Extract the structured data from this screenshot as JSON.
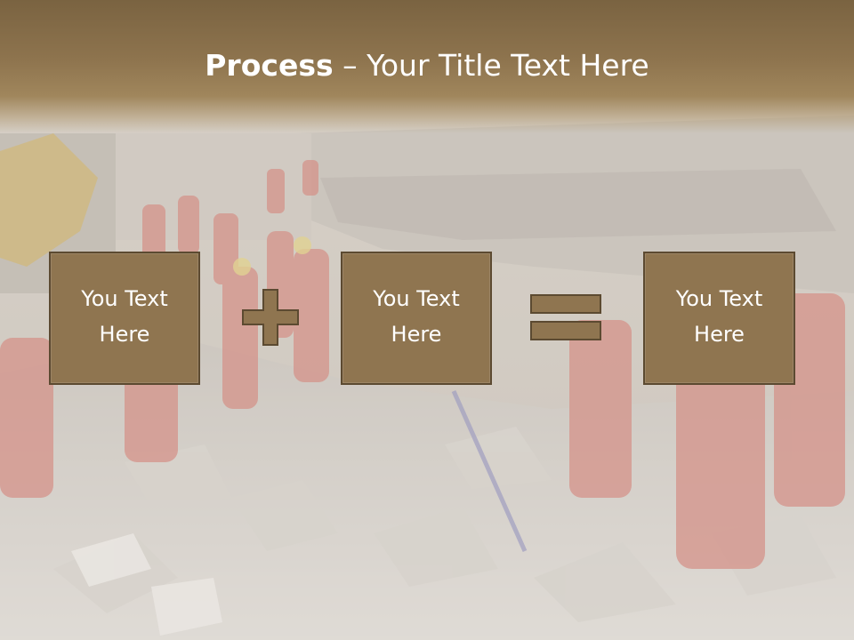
{
  "slide": {
    "title_bold": "Process",
    "title_rest": " – Your Title Text Here",
    "boxes": [
      {
        "text": "You Text\nHere"
      },
      {
        "text": "You Text\nHere"
      },
      {
        "text": "You Text\nHere"
      }
    ],
    "operators": [
      "plus-icon",
      "equals-icon"
    ],
    "colors": {
      "title_band": "#8e744e",
      "box_fill": "#8f7550",
      "box_border": "#5c4a31",
      "operator_fill": "#8f7550"
    }
  }
}
